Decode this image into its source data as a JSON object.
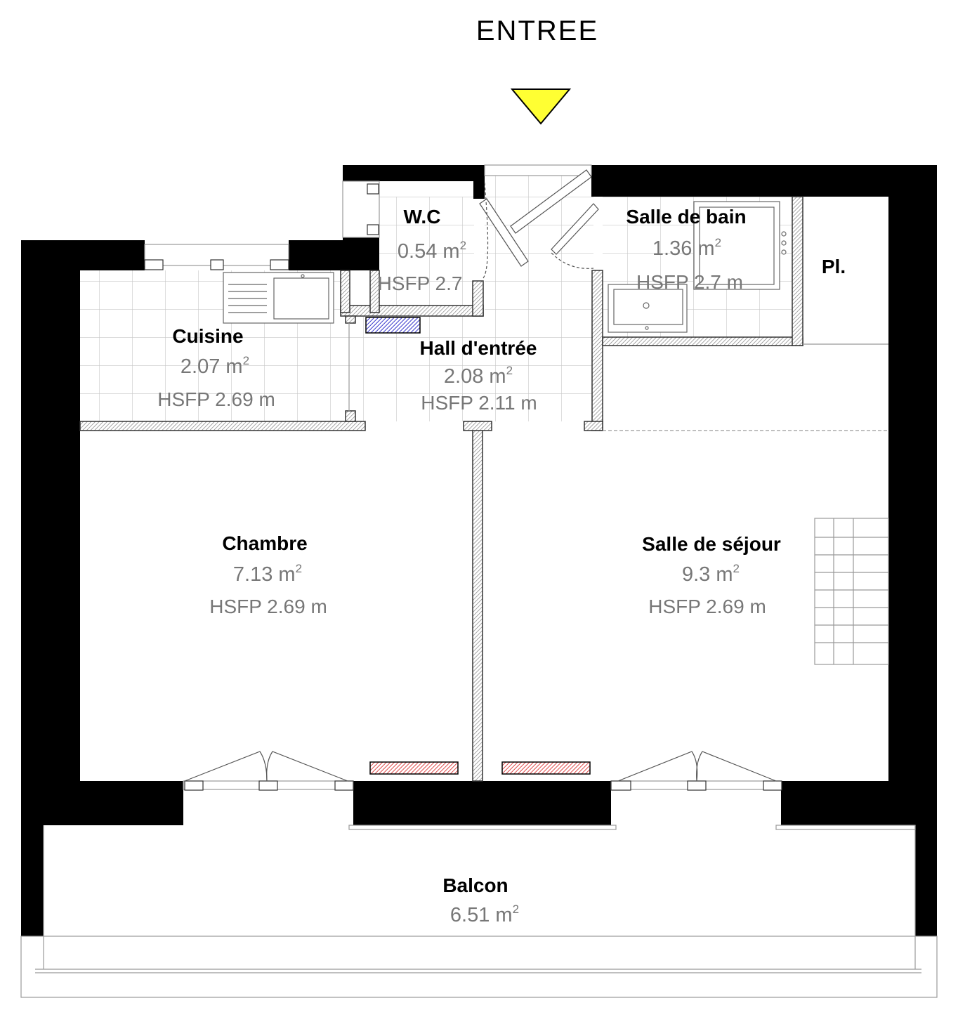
{
  "entrance": {
    "label": "ENTREE",
    "arrow_color": "#FFFF33"
  },
  "rooms": {
    "wc": {
      "name": "W.C",
      "area": "0.54 m",
      "hsfp": "HSFP 2.7"
    },
    "sdb": {
      "name": "Salle de bain",
      "area": "1.36 m",
      "hsfp": "HSFP 2.7 m"
    },
    "placard": {
      "name": "Pl."
    },
    "cuisine": {
      "name": "Cuisine",
      "area": "2.07 m",
      "hsfp": "HSFP 2.69 m"
    },
    "hall": {
      "name": "Hall d'entrée",
      "area": "2.08 m",
      "hsfp": "HSFP 2.11 m"
    },
    "chambre": {
      "name": "Chambre",
      "area": "7.13 m",
      "hsfp": "HSFP 2.69 m"
    },
    "sejour": {
      "name": "Salle de séjour",
      "area": "9.3 m",
      "hsfp": "HSFP 2.69 m"
    },
    "balcon": {
      "name": "Balcon",
      "area": "6.51 m"
    }
  },
  "sup": "2",
  "colors": {
    "wall": "#000000",
    "radiator_red": "#E06060",
    "radiator_blue": "#3A3ACC",
    "tile": "#C8C8C8"
  }
}
